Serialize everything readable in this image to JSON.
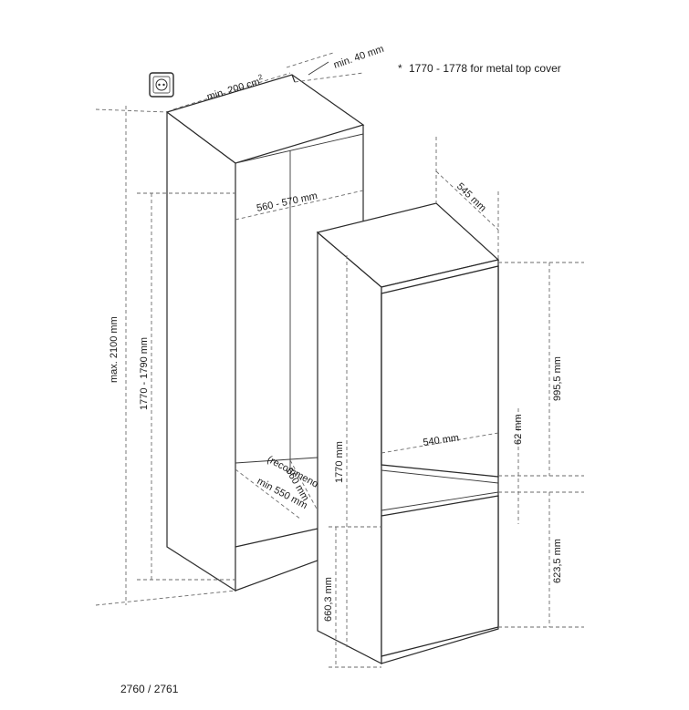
{
  "labels": {
    "min_40": "min. 40 mm",
    "min_200": "min. 200 cm",
    "min_200_sup": "2",
    "note_star": "*",
    "note": "1770 - 1778 for metal top cover",
    "max_2100": "max. 2100 mm",
    "range_1770_1790": "1770 - 1790 mm",
    "width_560_570": "560 - 570 mm",
    "depth_545": "545 mm",
    "niche_560": "560 mm",
    "recommended": "(recommended)",
    "min_550": "min 550 mm",
    "height_1770": "1770 mm",
    "door_width_540": "540 mm",
    "gap_62": "62 mm",
    "upper_995": "995,5 mm",
    "lower_623": "623,5 mm",
    "base_660": "660,3 mm",
    "model": "2760 / 2761"
  },
  "icons": {
    "socket": "power-socket-icon"
  }
}
